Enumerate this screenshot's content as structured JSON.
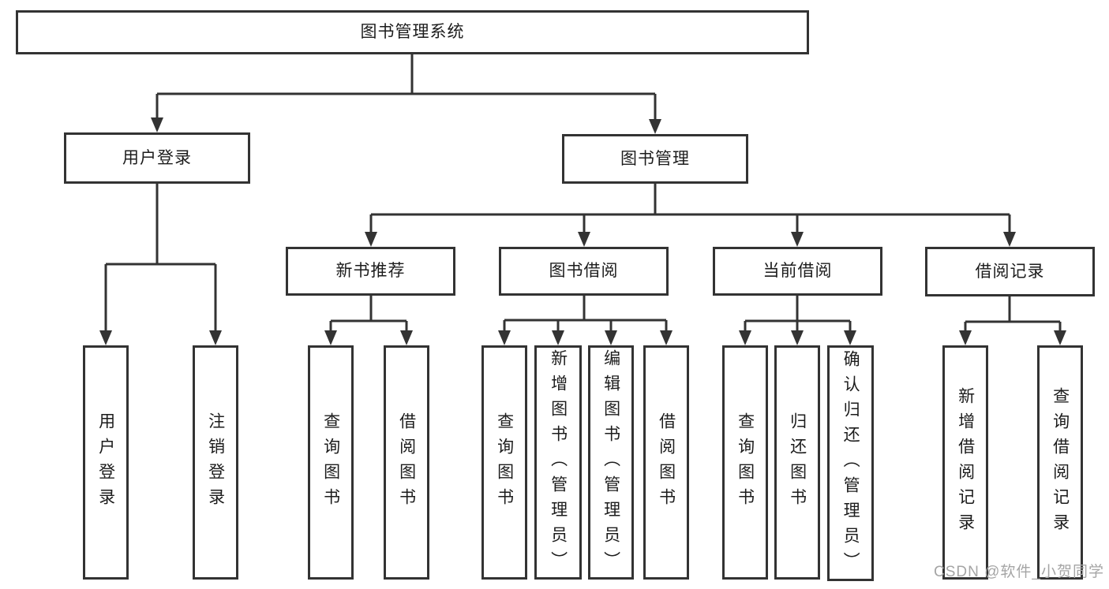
{
  "tree": {
    "root": {
      "label": "图书管理系统"
    },
    "branches": [
      {
        "label": "用户登录",
        "children": [
          {
            "label": "用户登录"
          },
          {
            "label": "注销登录"
          }
        ]
      },
      {
        "label": "图书管理",
        "groups": [
          {
            "label": "新书推荐",
            "children": [
              {
                "label": "查询图书"
              },
              {
                "label": "借阅图书"
              }
            ]
          },
          {
            "label": "图书借阅",
            "children": [
              {
                "label": "查询图书"
              },
              {
                "label": "新增图书（管理员）"
              },
              {
                "label": "编辑图书（管理员）"
              },
              {
                "label": "借阅图书"
              }
            ]
          },
          {
            "label": "当前借阅",
            "children": [
              {
                "label": "查询图书"
              },
              {
                "label": "归还图书"
              },
              {
                "label": "确认归还（管理员）"
              }
            ]
          },
          {
            "label": "借阅记录",
            "children": [
              {
                "label": "新增借阅记录"
              },
              {
                "label": "查询借阅记录"
              }
            ]
          }
        ]
      }
    ]
  },
  "watermark": "CSDN @软件_小贺同学",
  "colors": {
    "line": "#333333",
    "box_border": "#333333",
    "text": "#1c1c1c",
    "background": "#ffffff",
    "watermark": "#a5a5a5"
  }
}
